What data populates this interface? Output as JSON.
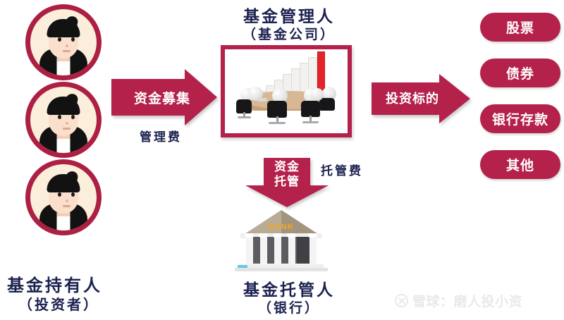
{
  "diagram": {
    "title_left": {
      "line1": "基金持有人",
      "line2": "（投资者）"
    },
    "title_center": {
      "line1": "基金管理人",
      "line2": "（基金公司）"
    },
    "title_bottom": {
      "line1": "基金托管人",
      "line2": "（银行）"
    },
    "arrows": {
      "raise": {
        "label": "资金募集",
        "sublabel": "管理费"
      },
      "invest": {
        "label": "投资标的"
      },
      "custody": {
        "label_line1": "资金",
        "label_line2": "托管",
        "sublabel": "托管费"
      }
    },
    "targets": [
      {
        "label": "股票"
      },
      {
        "label": "债券"
      },
      {
        "label": "银行存款"
      },
      {
        "label": "其他"
      }
    ],
    "bank_sign": "BANK",
    "watermark": "雪球：磨人投小资",
    "colors": {
      "crimson": "#b4214a",
      "ring": "#ad1f43",
      "navy": "#1c2250",
      "cream": "#fbefdc",
      "roof": "#b9ab94",
      "bank_word": "#f5a623",
      "red_bar": "#e4232a"
    }
  }
}
